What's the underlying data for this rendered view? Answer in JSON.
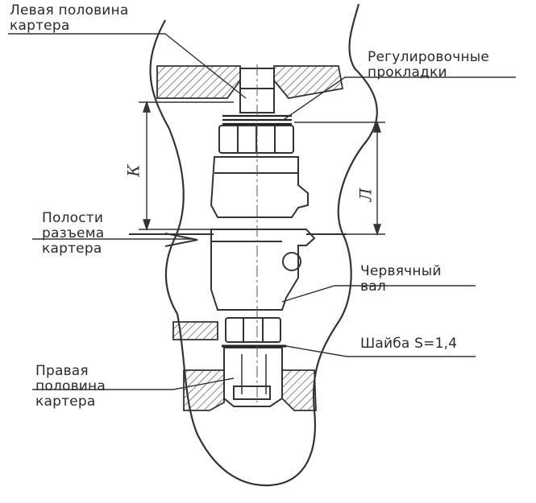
{
  "labels": {
    "left_half": [
      "Левая половина",
      "картера"
    ],
    "shims": [
      "Регулировочные",
      "прокладки"
    ],
    "cavities": [
      "Полости",
      "разъема",
      "картера"
    ],
    "worm_shaft": [
      "Червячный",
      "вал"
    ],
    "washer": "Шайба S=1,4",
    "right_half": [
      "Правая",
      "половина",
      "картера"
    ]
  },
  "dimensions": {
    "k": "К",
    "l": "Л"
  },
  "colors": {
    "ink": "#333333",
    "paper": "#ffffff"
  }
}
